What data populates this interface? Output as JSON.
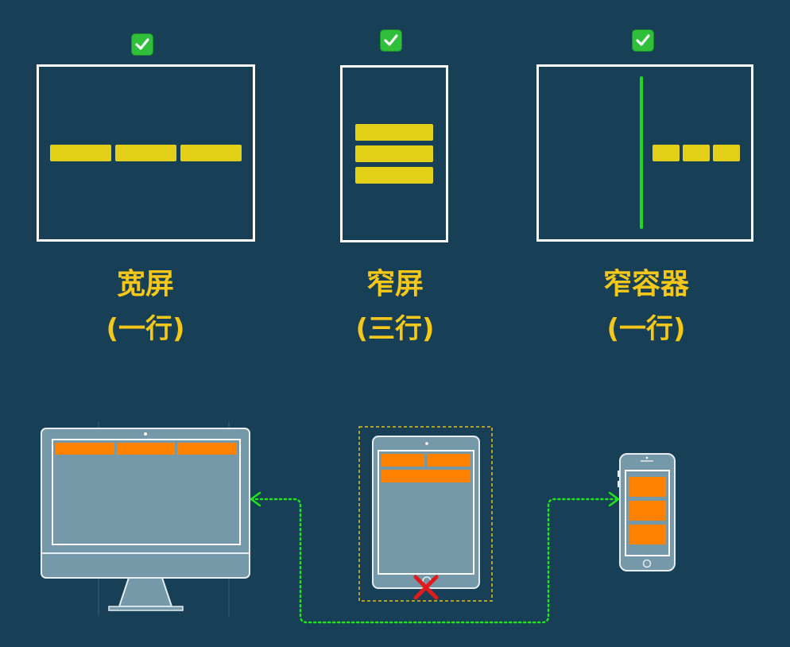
{
  "captions": [
    {
      "title": "宽屏",
      "sub": "(一行)"
    },
    {
      "title": "窄屏",
      "sub": "(三行)"
    },
    {
      "title": "窄容器",
      "sub": "(一行)"
    }
  ],
  "icons": {
    "check": "check-mark-icon",
    "cross": "cross-icon",
    "devices": [
      "desktop-monitor-icon",
      "tablet-icon",
      "phone-icon"
    ]
  },
  "colors": {
    "background": "#173f56",
    "bars": "#e2d018",
    "caption": "#f5c718",
    "check": "#2fbf3a",
    "container_line": "#1ed81e",
    "device_blocks": "#ff8100",
    "dotted_path": "#1ee61e",
    "tablet_dashed_border": "#e2c21a",
    "cross": "#e01b1b"
  }
}
